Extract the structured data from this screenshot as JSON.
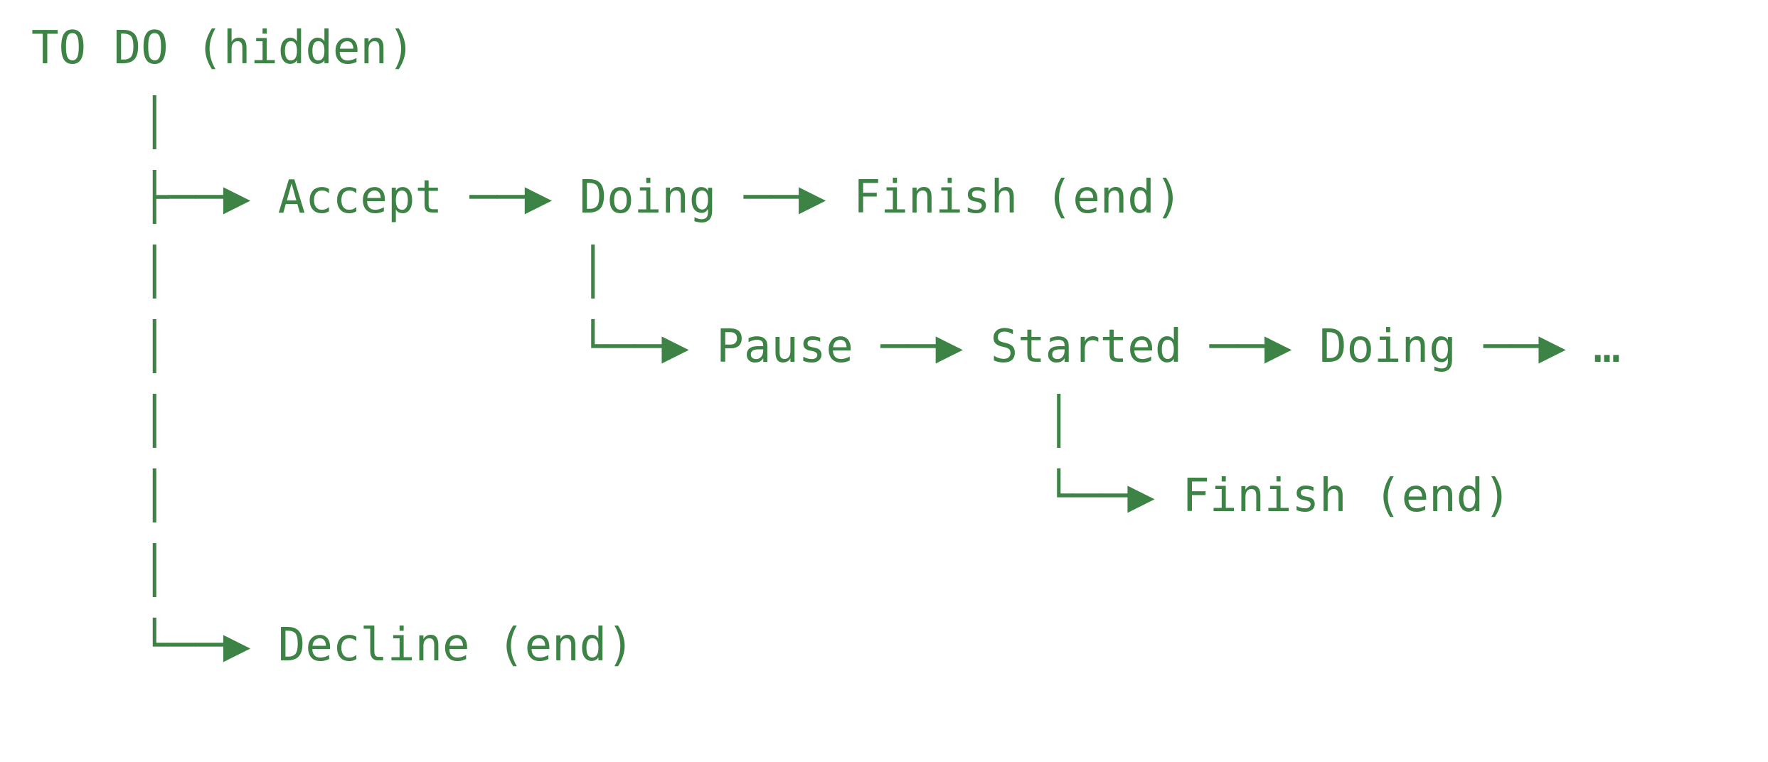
{
  "colors": {
    "background": "#ffffff",
    "ink": "#3d8345"
  },
  "diagram": {
    "type": "state-flow-ascii",
    "root_state": "TO DO (hidden)",
    "lines": [
      "TO DO (hidden)",
      "    │",
      "    ├──▶ Accept ──▶ Doing ──▶ Finish (end)",
      "    │               │",
      "    │               └──▶ Pause ──▶ Started ──▶ Doing ──▶ …",
      "    │                                │",
      "    │                                └──▶ Finish (end)",
      "    │",
      "    └──▶ Decline (end)"
    ],
    "states": [
      "TO DO (hidden)",
      "Accept",
      "Doing",
      "Finish (end)",
      "Pause",
      "Started",
      "Decline (end)",
      "…"
    ],
    "transitions": [
      {
        "from": "TO DO (hidden)",
        "to": "Accept"
      },
      {
        "from": "Accept",
        "to": "Doing"
      },
      {
        "from": "Doing",
        "to": "Finish (end)"
      },
      {
        "from": "Doing",
        "to": "Pause"
      },
      {
        "from": "Pause",
        "to": "Started"
      },
      {
        "from": "Started",
        "to": "Doing"
      },
      {
        "from": "Doing",
        "to": "…"
      },
      {
        "from": "Started",
        "to": "Finish (end)"
      },
      {
        "from": "TO DO (hidden)",
        "to": "Decline (end)"
      }
    ],
    "glyphs": {
      "arrow": "──▶",
      "branch_tee": "├",
      "corner": "└",
      "trunk": "│",
      "ellipsis": "…"
    }
  }
}
